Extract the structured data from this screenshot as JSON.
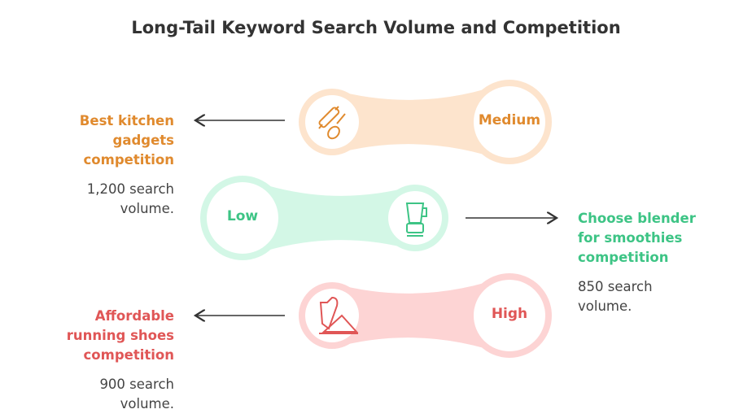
{
  "title": "Long-Tail Keyword Search Volume and Competition",
  "colors": {
    "orange": "#e08a2e",
    "orange_bg": "#fde4cd",
    "green": "#3dc485",
    "green_bg": "#d3f7e6",
    "red": "#e05656",
    "red_bg": "#fdd4d4"
  },
  "rows": [
    {
      "level": "Medium",
      "icon": "rolling-pin-whisk-icon",
      "keyword": "Best kitchen gadgets competition",
      "volume": "1,200 search volume."
    },
    {
      "level": "Low",
      "icon": "blender-icon",
      "keyword": "Choose blender for smoothies competition",
      "volume": "850 search volume."
    },
    {
      "level": "High",
      "icon": "running-shoe-icon",
      "keyword": "Affordable running shoes competition",
      "volume": "900 search volume."
    }
  ]
}
